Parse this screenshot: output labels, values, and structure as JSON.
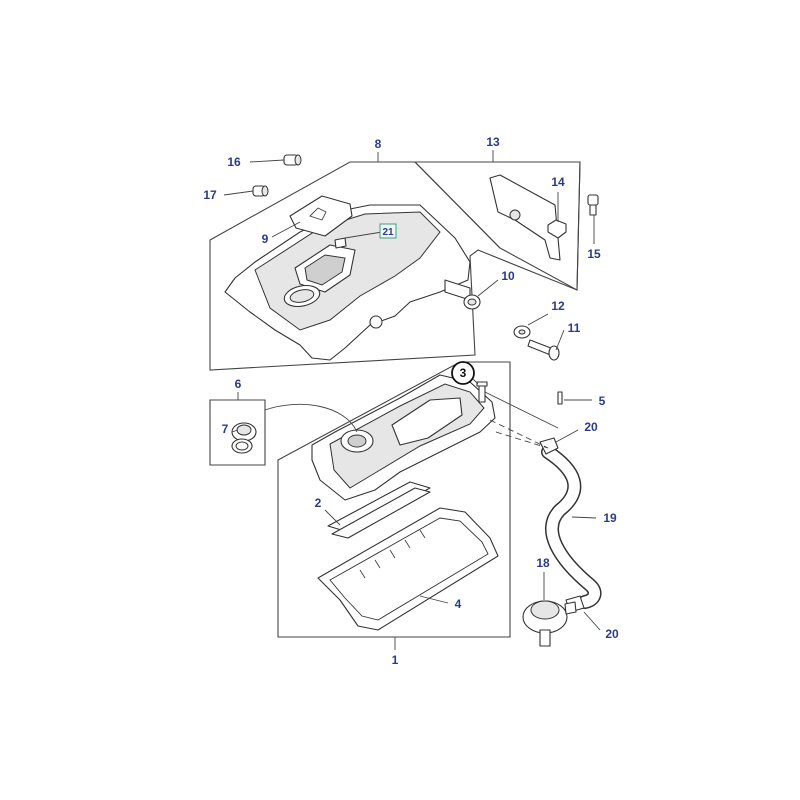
{
  "diagram": {
    "labels": {
      "p1": "1",
      "p2": "2",
      "p3": "3",
      "p4": "4",
      "p5": "5",
      "p6": "6",
      "p7": "7",
      "p8": "8",
      "p9": "9",
      "p10": "10",
      "p11": "11",
      "p12": "12",
      "p13": "13",
      "p14": "14",
      "p15": "15",
      "p16": "16",
      "p17": "17",
      "p18": "18",
      "p19": "19",
      "p20a": "20",
      "p20b": "20",
      "p21": "21"
    },
    "colors": {
      "label_text": "#2b3a8c",
      "line": "#333333",
      "highlight_box": "#3aa07a"
    },
    "highlighted_part": "3",
    "boxed_part": "21"
  }
}
